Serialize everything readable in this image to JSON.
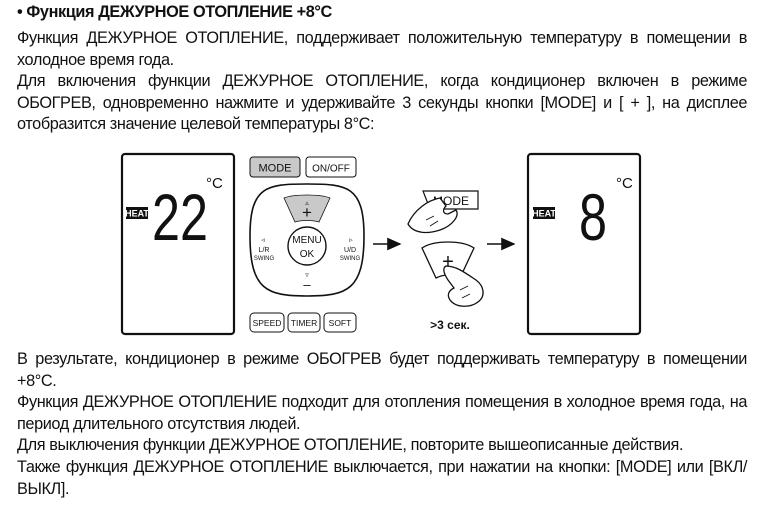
{
  "doc": {
    "heading": "•  Функция ДЕЖУРНОЕ ОТОПЛЕНИЕ +8°C",
    "intro": "Функция ДЕЖУРНОЕ ОТОПЛЕНИЕ, поддерживает положительную температуру в помещении в холодное время года.",
    "instruction": "Для включения функции ДЕЖУРНОЕ ОТОПЛЕНИЕ, когда кондиционер включен в режиме ОБОГРЕВ, одновременно нажмите и удерживайте 3 секунды кнопки [MODE] и [ + ], на дисплее отобразится значение целевой температуры 8°С:",
    "result_1": "В результате, кондиционер в режиме ОБОГРЕВ будет поддерживать температуру в помещении +8°С.",
    "result_2": "Функция ДЕЖУРНОЕ ОТОПЛЕНИЕ подходит для отопления помещения в холодное время года, на период длительного отсутствия людей.",
    "result_3": " Для выключения функции ДЕЖУРНОЕ ОТОПЛЕНИЕ, повторите вышеописанные действия.",
    "result_4": "Также функция ДЕЖУРНОЕ ОТОПЛЕНИЕ выключается, при нажатии на кнопки: [MODE] или [ВКЛ/ВЫКЛ]."
  },
  "diagram": {
    "display_before": {
      "mode": "HEAT",
      "temp": "22",
      "unit": "°C"
    },
    "display_after": {
      "mode": "HEAT",
      "temp": "8",
      "unit": "°C"
    },
    "remote": {
      "mode": "MODE",
      "onoff": "ON/OFF",
      "plus": "+",
      "minus": "–",
      "up_arrow": "▵",
      "down_arrow": "▿",
      "menu": "MENU",
      "ok": "OK",
      "lr_arrow": "◃",
      "lr_1": "L/R",
      "lr_2": "SWING",
      "ud_arrow": "▹",
      "ud_1": "U/D",
      "ud_2": "SWING",
      "speed": "SPEED",
      "timer": "TIMER",
      "soft": "SOFT"
    },
    "press": {
      "mode": "MODE",
      "plus": "+",
      "hold": ">3 сек."
    }
  }
}
